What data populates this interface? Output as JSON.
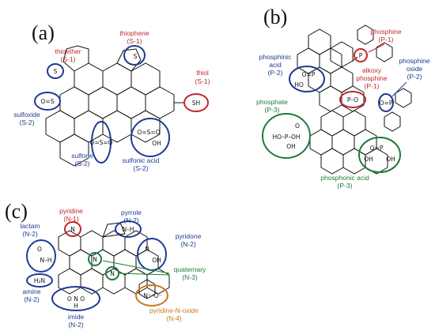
{
  "panels": {
    "a": {
      "letter": "(a)",
      "labels": {
        "thioether": [
          "thioether",
          "(S-1)"
        ],
        "thiophene": [
          "thiophene",
          "(S-1)"
        ],
        "thiol": [
          "thiol",
          "(S-1)"
        ],
        "sulfoxide": [
          "sulfoxide",
          "(S-2)"
        ],
        "sulfone": [
          "sulfone",
          "(S-2)"
        ],
        "sulfonic_acid": [
          "sulfonic acid",
          "(S-2)"
        ]
      },
      "groups": {
        "thioether": "S",
        "thiophene": "S",
        "thiol": "SH",
        "sulfoxide": "O=S",
        "sulfone": "O=S=O",
        "sulfonic": "O=S=O",
        "sulfonic_oh": "OH"
      }
    },
    "b": {
      "letter": "(b)",
      "labels": {
        "phosphine": [
          "phosphine",
          "(P-1)"
        ],
        "phosphinic_acid": [
          "phosphinic",
          "acid",
          "(P-2)"
        ],
        "alkoxy_phosphine": [
          "alkoxy",
          "phosphine",
          "(P-1)"
        ],
        "phosphine_oxide": [
          "phosphine",
          "oxide",
          "(P-2)"
        ],
        "phosphate": [
          "phosphate",
          "(P-3)"
        ],
        "phosphonic_acid": [
          "phosphonic acid",
          "(P-3)"
        ]
      },
      "groups": {
        "phosphine": "P",
        "phosphinic": "O=P",
        "phosphinic_oh": "HO",
        "alkoxy": "P–O",
        "oxide": "O=P",
        "phosphate": "HO–P–OH",
        "phosphate_o": "O",
        "phosphate_oh": "OH",
        "phosphonic": "O=P",
        "phosphonic_oh1": "OH",
        "phosphonic_oh2": "OH"
      }
    },
    "c": {
      "letter": "(c)",
      "labels": {
        "pyridine": [
          "pyridine",
          "(N-1)"
        ],
        "pyrrole": [
          "pyrrole",
          "(N-2)"
        ],
        "lactam": [
          "lactam",
          "(N-2)"
        ],
        "pyridone": [
          "pyridone",
          "(N-2)"
        ],
        "quaternary": [
          "quaternary",
          "(N-3)"
        ],
        "amine": [
          "amine",
          "(N-2)"
        ],
        "pyridine_n_oxide": [
          "pyridine-N-oxide",
          "(N-4)"
        ],
        "imide": [
          "imide",
          "(N-2)"
        ]
      },
      "groups": {
        "pyridine": "N",
        "pyrrole": "N–H",
        "lactam": "N–H",
        "lactam_o": "O",
        "pyridone": "N",
        "pyridone_oh": "OH",
        "amine": "H₂N",
        "quat": "N",
        "quat2": "N",
        "noxide": "N⁺–O⁻",
        "imide": "O  N  O",
        "imide_h": "H"
      }
    }
  }
}
